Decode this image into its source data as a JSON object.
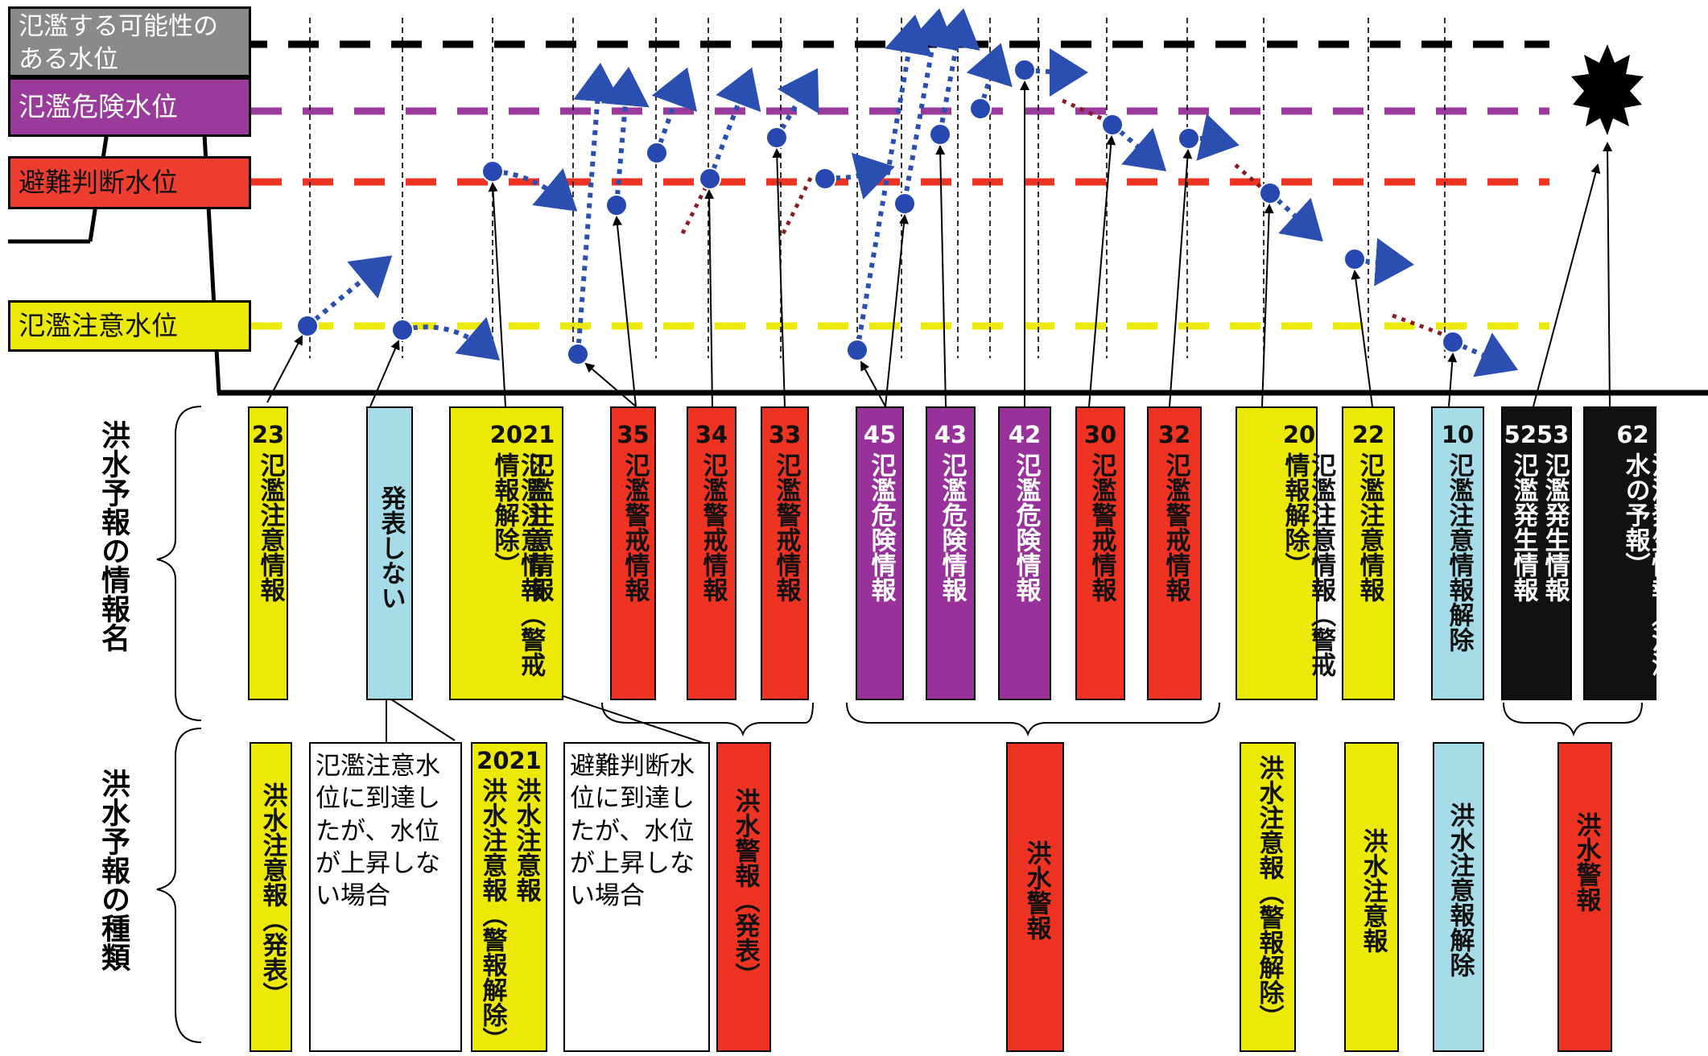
{
  "levels": {
    "top": "氾濫する可能性のある水位",
    "danger": "氾濫危険水位",
    "evac": "避難判断水位",
    "warn": "氾濫注意水位"
  },
  "row_labels": {
    "info": "洪水予報の情報名",
    "kind": "洪水予報の種類"
  },
  "info_boxes": [
    {
      "num": "23",
      "text": "氾濫注意情報",
      "color": "#ece808"
    },
    {
      "num": "",
      "text": "発表しない",
      "color": "#a6dce8"
    },
    {
      "num": "2021",
      "text": "氾濫注意情報（警戒情報解除）",
      "col2": "氾濫注意情報",
      "color": "#ece808"
    },
    {
      "num": "35",
      "text": "氾濫警戒情報",
      "color": "#ee3322"
    },
    {
      "num": "34",
      "text": "氾濫警戒情報",
      "color": "#ee3322"
    },
    {
      "num": "33",
      "text": "氾濫警戒情報",
      "color": "#ee3322"
    },
    {
      "num": "45",
      "text": "氾濫危険情報",
      "color": "#98319a"
    },
    {
      "num": "43",
      "text": "氾濫危険情報",
      "color": "#98319a"
    },
    {
      "num": "42",
      "text": "氾濫危険情報",
      "color": "#98319a"
    },
    {
      "num": "30",
      "text": "氾濫警戒情報",
      "color": "#ee3322"
    },
    {
      "num": "32",
      "text": "氾濫警戒情報",
      "color": "#ee3322"
    },
    {
      "num": "20",
      "text": "氾濫注意情報（警戒情報解除）",
      "color": "#ece808"
    },
    {
      "num": "22",
      "text": "氾濫注意情報",
      "color": "#ece808"
    },
    {
      "num": "10",
      "text": "氾濫注意情報解除",
      "color": "#a6dce8"
    },
    {
      "num": "5253",
      "text": "氾濫発生情報",
      "col2": "氾濫発生情報",
      "color": "#111111"
    },
    {
      "num": "62",
      "text": "氾濫発生情報（氾濫水の予報）",
      "color": "#111111"
    }
  ],
  "kind_boxes": [
    {
      "text": "洪水注意報（発表）",
      "color": "#ece808"
    },
    {
      "note": "氾濫注意水位に到達したが、水位が上昇しない場合"
    },
    {
      "num": "2021",
      "text": "洪水注意報（警報解除）",
      "col2": "洪水注意報",
      "color": "#ece808"
    },
    {
      "note": "避難判断水位に到達したが、水位が上昇しない場合"
    },
    {
      "text": "洪水警報（発表）",
      "color": "#ee3322"
    },
    {
      "text": "洪水警報",
      "color": "#ee3322"
    },
    {
      "text": "洪水注意報（警報解除）",
      "color": "#ece808"
    },
    {
      "text": "洪水注意報",
      "color": "#ece808"
    },
    {
      "text": "洪水注意報解除",
      "color": "#a6dce8"
    },
    {
      "text": "洪水警報",
      "color": "#ee3322"
    }
  ]
}
